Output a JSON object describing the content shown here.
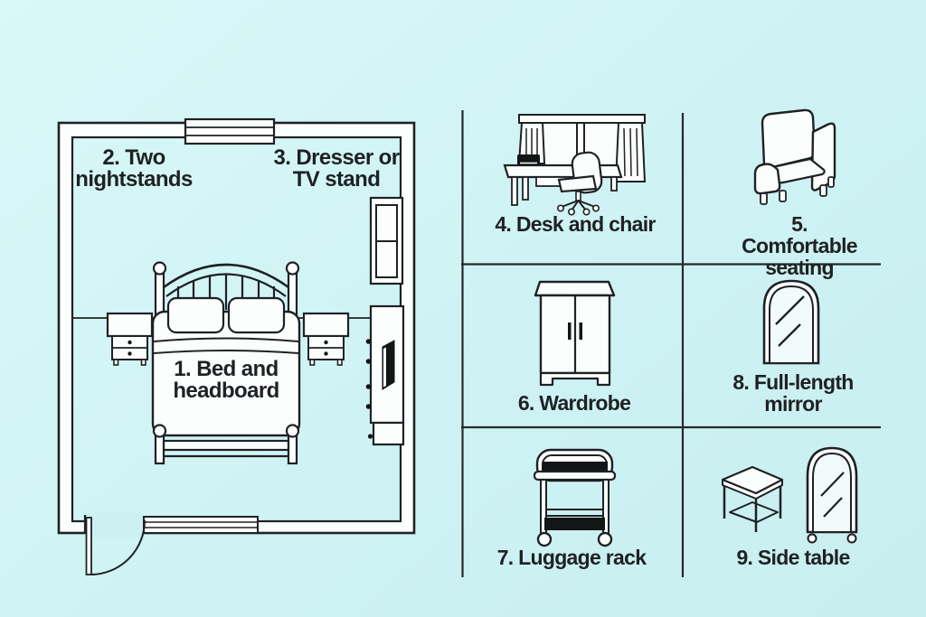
{
  "title": "Bedroom furniture layout diagram",
  "colors": {
    "background": "#cff3f4",
    "line": "#1f2124",
    "furniture_fill": "#fcfefe",
    "text": "#1f2124",
    "dark_fill": "#141517"
  },
  "floor_plan": {
    "bed_label": "1. Bed and\nheadboard",
    "nightstands_label": "2. Two\nnightstands",
    "dresser_label": "3. Dresser or\nTV stand"
  },
  "legend": {
    "items": [
      {
        "label": "4. Desk and chair",
        "icon": "desk-and-chair-icon"
      },
      {
        "label": "5. Comfortable seating",
        "icon": "armchair-icon"
      },
      {
        "label": "6. Wardrobe",
        "icon": "wardrobe-icon"
      },
      {
        "label": "8. Full-length\nmirror",
        "icon": "full-length-mirror-icon"
      },
      {
        "label": "7. Luggage rack",
        "icon": "luggage-rack-icon"
      },
      {
        "label": "9. Side table",
        "icon": "side-table-and-mirror-icon"
      }
    ]
  }
}
